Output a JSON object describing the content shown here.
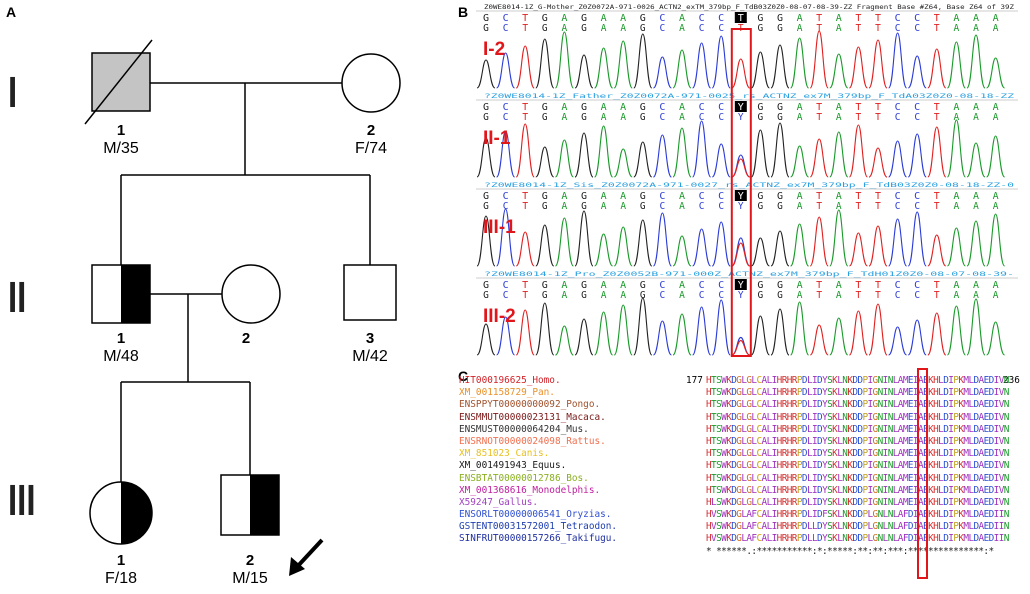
{
  "panels": {
    "a": "A",
    "b": "B",
    "c": "C"
  },
  "pedigree": {
    "generations": [
      "I",
      "II",
      "III"
    ],
    "individuals": [
      {
        "num": "1",
        "info": "M/35",
        "sex": "M",
        "status": "deceased-affected-gray"
      },
      {
        "num": "2",
        "info": "F/74",
        "sex": "F",
        "status": "unaffected"
      },
      {
        "num": "1",
        "info": "M/48",
        "sex": "M",
        "status": "half-affected"
      },
      {
        "num": "2",
        "info": "",
        "sex": "F",
        "status": "unaffected"
      },
      {
        "num": "3",
        "info": "M/42",
        "sex": "M",
        "status": "unaffected"
      },
      {
        "num": "1",
        "info": "F/18",
        "sex": "F",
        "status": "half-affected"
      },
      {
        "num": "2",
        "info": "M/15",
        "sex": "M",
        "status": "half-affected-proband"
      }
    ]
  },
  "chromatograms": {
    "bases": [
      "G",
      "C",
      "T",
      "G",
      "A",
      "G",
      "A",
      "A",
      "G",
      "C",
      "A",
      "C",
      "C",
      "T",
      "G",
      "G",
      "A",
      "T",
      "A",
      "T",
      "T",
      "C",
      "C",
      "T",
      "A",
      "A",
      "A"
    ],
    "base_colors": {
      "G": "#222222",
      "C": "#2b3bd6",
      "T": "#e02020",
      "A": "#1a9a2a",
      "Y": "#2b3bd6"
    },
    "traces": [
      {
        "label": "I-2",
        "header": "Z0WE8014-1Z_G-Mother_Z0Z0072A-971-0026_ACTN2_exTM_379bp_F_TdB03Z0Z0-08-07-08-39-ZZ Fragment Base #Z64, Base Z64 of 39Z",
        "variant_base": "T"
      },
      {
        "label": "II-1",
        "header": "?Z0WE8014-1Z_Father_Z0Z0072A-971-0025_rs_ACTNZ_ex7M_379bp_F_TdA03Z0Z0-08-18-ZZ",
        "variant_base": "Y"
      },
      {
        "label": "III-1",
        "header": "?Z0WE8014-1Z_Sis_Z0Z0072A-971-0027_rs_ACTNZ_ex7M_379bp_F_TdB03Z0Z0-08-18-ZZ-0",
        "variant_base": "Y"
      },
      {
        "label": "III-2",
        "header": "?Z0WE8014-1Z_Pro_Z0Z0052B-971-000Z_ACTNZ_ex7M_379bp_F_TdH01Z0Z0-08-07-08-39-",
        "variant_base": "Y"
      }
    ]
  },
  "alignment": {
    "start": "177",
    "end": "236",
    "rows": [
      {
        "name": "HIT000196625_Homo.",
        "color": "#d2232a",
        "seq": "HTSWKDGLGLCALIHRHRPDLIDYSKLNKDDPIGNINLAMEIAEKHLDIPKMLDAEDIVN"
      },
      {
        "name": "XM_001158729_Pan.",
        "color": "#e8902a",
        "seq": "HTSWKDGLGLCALIHRHRPDLIDYSKLNKDDPIGNINLAMEIAEKHLDIPKMLDAEDIVN"
      },
      {
        "name": "ENSPPYT00000000092_Pongo.",
        "color": "#a0522d",
        "seq": "HTSWKDGLGLCALIHRHRPDLIDYSKLNKDDPIGNINLAMEIAEKHLDIPKMLDAEDIVN"
      },
      {
        "name": "ENSMMUT00000023131_Macaca.",
        "color": "#7a1a1a",
        "seq": "HTSWKDGLGLCALIHRHRPDLIDYSKLNKDDPIGNINLAMEIAEKHLDIPKMLDAEDIVN"
      },
      {
        "name": "ENSMUST00000064204_Mus.",
        "color": "#333333",
        "seq": "HTSWKDGLGLCALIHRHRPDLIDYSKLNKDDPIGNINLAMEIAEKHLDIPKMLDAEDIVN"
      },
      {
        "name": "ENSRNOT00000024098_Rattus.",
        "color": "#f07050",
        "seq": "HTSWKDGLGLCALIHRHRPDLIDYSKLNKDDPIGNINLAMEIAEKHLDIPKMLDAEDIVN"
      },
      {
        "name": "XM_851023_Canis.",
        "color": "#e8c020",
        "seq": "HTSWKDGLGLCALIHRHRPDLIDYSKLNKDDPIGNINLAMEIAEKHLDIPKMLDAEDIVN"
      },
      {
        "name": "XM_001491943_Equus.",
        "color": "#1a1a1a",
        "seq": "HTSWKDGLGLCALIHRHRPDLIDYSKLNKDDPIGNINLAMEIAEKHLDIPKMLDAEDIVN"
      },
      {
        "name": "ENSBTAT00000012786_Bos.",
        "color": "#8ab020",
        "seq": "HTSWKDGLGLCALIHRHRPDLIDYSKLNKDDPIGNINLAMEIAEKHLDIPKMLDAEDIVN"
      },
      {
        "name": "XM_001368616_Monodelphis.",
        "color": "#c020a0",
        "seq": "HTSWKDGLGLCALIHRHRPDLIDYSKLNKDDPIGNINLAMEIAEKHLDIPKMLDAEDIVN"
      },
      {
        "name": "X59247_Gallus.",
        "color": "#a040c0",
        "seq": "HLSWKDGLGLCALIHRHRPDLIDYSKLNKDDPIGNINLAMEIAEKHLDIPKMLDAEDIVN"
      },
      {
        "name": "ENSORLT00000006541_Oryzias.",
        "color": "#3050d0",
        "seq": "HVSWKDGLAFCALIHRHRPDLIDFSKLNKDDPLGNLNLAFDIAEKHLDIPKMLDAEDIIN"
      },
      {
        "name": "GSTENT00031572001_Tetraodon.",
        "color": "#2040b0",
        "seq": "HVSWKDGLAFCALIHRHRPDLLDYSKLNKDDPLGNLNLAFDIAEKHLDIPKMLDAEDIIN"
      },
      {
        "name": "SINFRUT00000157266_Takifugu.",
        "color": "#2030a0",
        "seq": "HVSWKDGLAFCALIHRHRPDLLDYSKLNKDDPLGNLNLAFDIAEKHLDIPKMLDAEDIIN"
      }
    ],
    "conservation": "* ******.:***********:*:*****:**:**:***:***************:*",
    "highlight_index": 46
  }
}
